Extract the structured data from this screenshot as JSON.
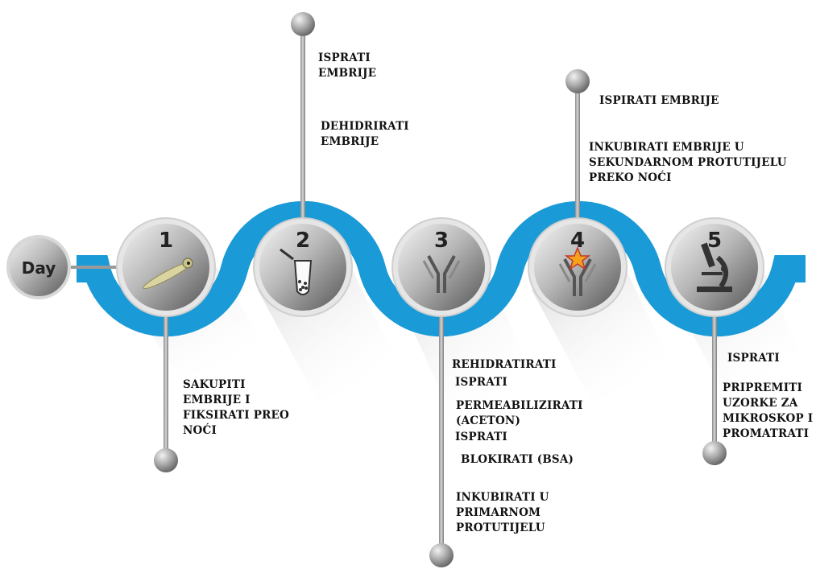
{
  "start_label": "Day",
  "steps": [
    {
      "number": "1",
      "icon": "zebrafish-embryo-icon"
    },
    {
      "number": "2",
      "icon": "test-tube-icon"
    },
    {
      "number": "3",
      "icon": "antibody-icon"
    },
    {
      "number": "4",
      "icon": "labeled-antibody-icon"
    },
    {
      "number": "5",
      "icon": "microscope-icon"
    }
  ],
  "notes": {
    "day1": [
      "SAKUPITI",
      "EMBRIJE I",
      "FIKSIRATI PREO",
      "NOĆI"
    ],
    "day2a": [
      "ISPRATI",
      "EMBRIJE"
    ],
    "day2b": [
      "DEHIDRIRATI",
      "EMBRIJE"
    ],
    "day3a": [
      "REHIDRATIRATI"
    ],
    "day3b": [
      "ISPRATI"
    ],
    "day3c": [
      "PERMEABILIZIRATI",
      "(ACETON)"
    ],
    "day3d": [
      "ISPRATI"
    ],
    "day3e": [
      "BLOKIRATI (BSA)"
    ],
    "day3f": [
      "INKUBIRATI U",
      "PRIMARNOM",
      "PROTUTIJELU"
    ],
    "day4a": [
      "ISPIRATI EMBRIJE"
    ],
    "day4b": [
      "INKUBIRATI EMBRIJE U",
      "SEKUNDARNOM PROTUTIJELU",
      "PREKO NOĆI"
    ],
    "day5a": [
      "ISPRATI"
    ],
    "day5b": [
      "PRIPREMITI",
      "UZORKE ZA",
      "MIKROSKOP I",
      "PROMATRATI"
    ]
  },
  "colors": {
    "wave": "#1a9ad6",
    "pole": "#9a9a9a",
    "text": "#111111"
  }
}
